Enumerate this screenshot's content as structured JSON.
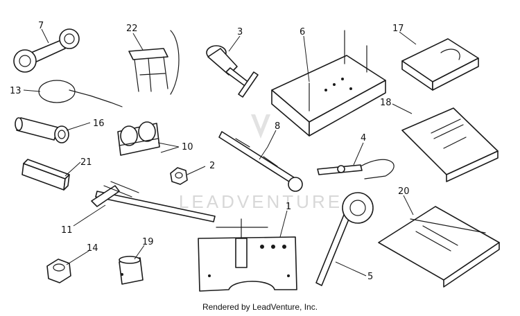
{
  "watermark": {
    "text": "LEADVENTURE"
  },
  "footer": {
    "text": "Rendered by LeadVenture, Inc."
  },
  "callouts": [
    {
      "id": "c1",
      "label": "1"
    },
    {
      "id": "c2",
      "label": "2"
    },
    {
      "id": "c3",
      "label": "3"
    },
    {
      "id": "c4",
      "label": "4"
    },
    {
      "id": "c5",
      "label": "5"
    },
    {
      "id": "c6",
      "label": "6"
    },
    {
      "id": "c7",
      "label": "7"
    },
    {
      "id": "c8",
      "label": "8"
    },
    {
      "id": "c10",
      "label": "10"
    },
    {
      "id": "c11",
      "label": "11"
    },
    {
      "id": "c13",
      "label": "13"
    },
    {
      "id": "c14",
      "label": "14"
    },
    {
      "id": "c16",
      "label": "16"
    },
    {
      "id": "c17",
      "label": "17"
    },
    {
      "id": "c18",
      "label": "18"
    },
    {
      "id": "c19",
      "label": "19"
    },
    {
      "id": "c20",
      "label": "20"
    },
    {
      "id": "c21",
      "label": "21"
    },
    {
      "id": "c22",
      "label": "22"
    }
  ]
}
